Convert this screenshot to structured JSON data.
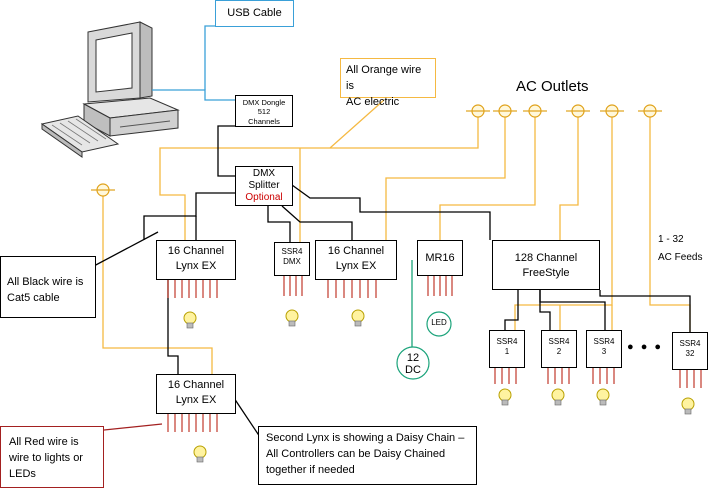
{
  "callouts": {
    "usb": "USB Cable",
    "orange_1": "All Orange wire is",
    "orange_2": "AC electric",
    "black_1": "All Black wire is",
    "black_2": "Cat5 cable",
    "red_1": "All Red wire is",
    "red_2": "wire to lights or",
    "red_3": "LEDs",
    "daisy_1": "Second Lynx is showing a Daisy Chain –",
    "daisy_2": "All Controllers can be Daisy Chained",
    "daisy_3": "together if needed"
  },
  "ac_outlets": "AC Outlets",
  "feeds_1": "1 - 32",
  "feeds_2": "AC Feeds",
  "devices": {
    "dongle_1": "DMX Dongle",
    "dongle_2": "512",
    "dongle_3": "Channels",
    "splitter_1": "DMX",
    "splitter_2": "Splitter",
    "splitter_3": "Optional",
    "lynx1_1": "16 Channel",
    "lynx1_2": "Lynx EX",
    "ssr4dmx_1": "SSR4",
    "ssr4dmx_2": "DMX",
    "lynx2_1": "16 Channel",
    "lynx2_2": "Lynx EX",
    "mr16": "MR16",
    "freestyle_1": "128 Channel",
    "freestyle_2": "FreeStyle",
    "ssr_a_1": "SSR4",
    "ssr_a_2": "1",
    "ssr_b_1": "SSR4",
    "ssr_b_2": "2",
    "ssr_c_1": "SSR4",
    "ssr_c_2": "3",
    "ssr_d_1": "SSR4",
    "ssr_d_2": "32",
    "lynx3_1": "16 Channel",
    "lynx3_2": "Lynx EX",
    "led": "LED",
    "dc_1": "12",
    "dc_2": "DC",
    "ellipsis": "● ● ●"
  },
  "colors": {
    "orange_wire": "#f5b942",
    "black_wire": "#000000",
    "red_wire": "#c0392b",
    "green_wire": "#1aa37a",
    "usb_border": "#3aa0d8",
    "orange_border": "#f5b942",
    "red_border": "#a32020",
    "optional_text": "#cc0000"
  }
}
